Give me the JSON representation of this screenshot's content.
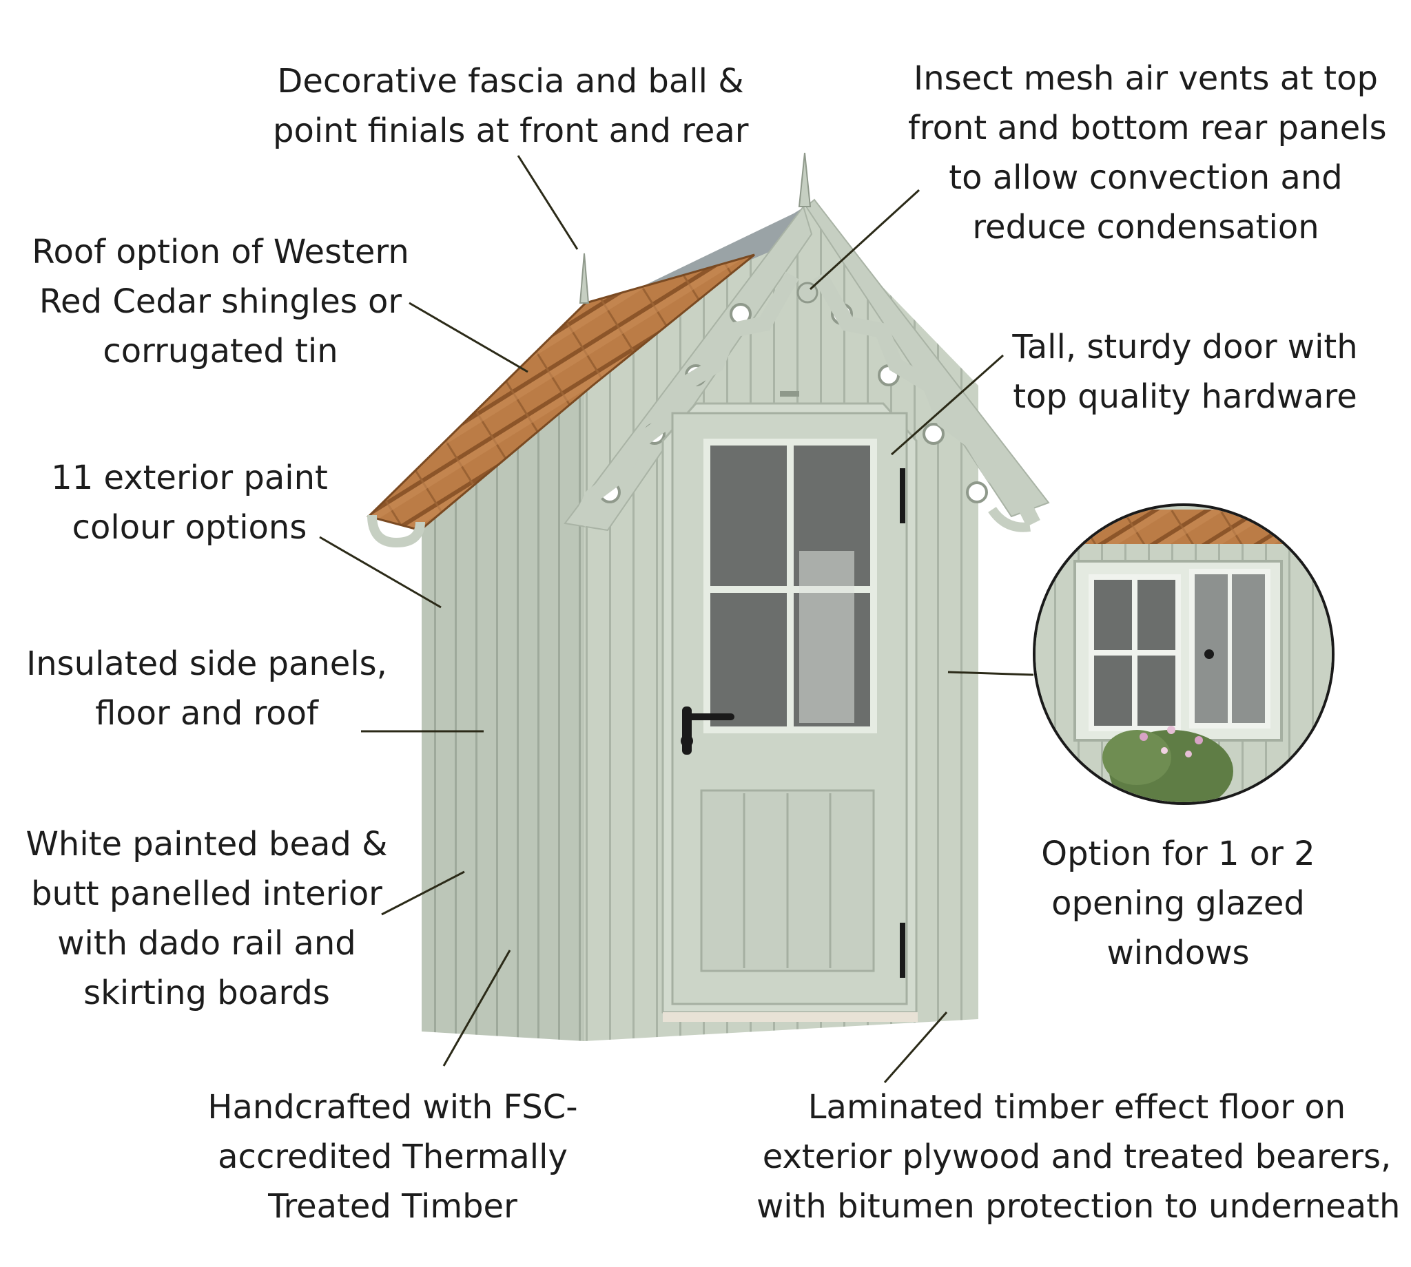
{
  "labels": {
    "fascia": [
      "Decorative fascia and ball &",
      "point finials at front and rear"
    ],
    "vents": [
      "Insect mesh air vents at top",
      "front and bottom rear panels",
      "to allow convection and",
      "reduce condensation"
    ],
    "roof": [
      "Roof option of Western",
      "Red Cedar shingles or",
      "corrugated tin"
    ],
    "door": [
      "Tall, sturdy door with",
      "top quality hardware"
    ],
    "paint": [
      "11 exterior paint",
      "colour options"
    ],
    "insulation": [
      "Insulated side panels,",
      "floor and roof"
    ],
    "interior": [
      "White painted bead &",
      "butt panelled interior",
      "with dado rail and",
      "skirting boards"
    ],
    "windows": [
      "Option for 1 or 2",
      "opening glazed",
      "windows"
    ],
    "timber": [
      "Handcrafted with FSC-",
      "accredited Thermally",
      "Treated Timber"
    ],
    "floor": [
      "Laminated timber effect floor on",
      "exterior plywood and treated bearers,",
      "with bitumen protection to underneath"
    ]
  },
  "colors": {
    "shed_paint": "#c9d2c4",
    "shed_paint_shadow": "#b3bdaf",
    "cedar": "#b97a45",
    "cedar_dark": "#8f5a30",
    "roof_metal": "#9aa3a6",
    "leader_line": "#2b2a18",
    "door_hardware": "#1a1a1a",
    "glass": "#6b6e6c"
  }
}
